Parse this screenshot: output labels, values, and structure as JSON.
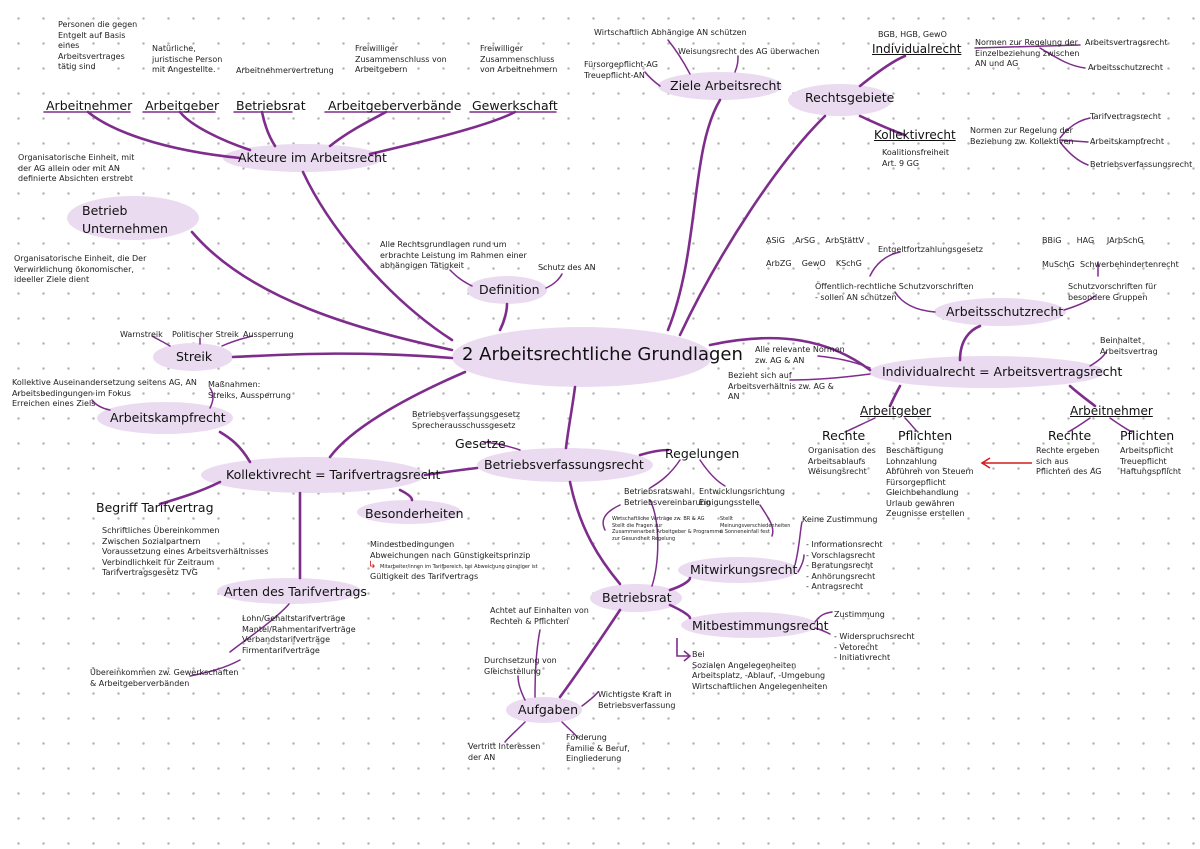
{
  "center": "2 Arbeitsrechtliche Grundlagen",
  "akteure": {
    "title": "Akteure im Arbeitsrecht",
    "arbeitnehmer": "Arbeitnehmer",
    "arbeitnehmer_note": "Personen die gegen\nEntgelt auf Basis\neines\nArbeitsvertrages\ntätig sind",
    "arbeitgeber": "Arbeitgeber",
    "arbeitgeber_note": "Natürliche,\njuristische Person\nmit Angestellte.",
    "betriebsrat": "Betriebsrat",
    "betriebsrat_note": "Arbeitnehmervertretung",
    "verbaende": "Arbeitgeberverbände",
    "verbaende_note": "Freiwilliger\nZusammenschluss von\nArbeitgebern",
    "gewerkschaft": "Gewerkschaft",
    "gewerkschaft_note": "Freiwilliger\nZusammenschluss\nvon Arbeitnehmern"
  },
  "betrieb": {
    "title": "Betrieb\nUnternehmen",
    "note_top": "Organisatorische Einheit, mit\nder AG allein oder mit AN\ndefinierte Absichten erstrebt",
    "note_bottom": "Organisatorische Einheit, die Der\nVerwirklichung ökonomischer,\nideeller Ziele dient"
  },
  "definition": {
    "title": "Definition",
    "note": "Alle Rechtsgrundlagen rund um\nerbrachte Leistung im Rahmen einer\nabhängigen Tätigkeit",
    "schutz": "Schutz des AN"
  },
  "ziele": {
    "title": "Ziele Arbeitsrecht",
    "item1": "Wirtschaftlich Abhängige AN schützen",
    "item2": "Weisungsrecht des AG überwachen",
    "item3": "Fürsorgepflicht-AG\nTreuepflicht-AN"
  },
  "rechtsgebiete": {
    "title": "Rechtsgebiete",
    "individual": "Individualrecht",
    "individual_laws": "BGB, HGB, GewO",
    "individual_note": "Normen zur Regelung der\nEinzelbeziehung zwischen\nAN und AG",
    "av": "Arbeitsvertragsrecht",
    "as": "Arbeitsschutzrecht",
    "kollektiv": "Kollektivrecht",
    "kollektiv_note": "Koalitionsfreiheit\nArt. 9 GG",
    "kollektiv_desc": "Normen zur Regelung der\nBeziehung zw. Kollektiven",
    "tv": "Tarifvertragsrecht",
    "ak": "Arbeitskampfrecht",
    "bv": "Betriebsverfassungsrecht"
  },
  "arbeitsschutz": {
    "title": "Arbeitsschutzrecht",
    "laws_a": "ASiG    ArSG    ArbStättV",
    "laws_b": "ArbZG    GewO    KSchG",
    "entgelt": "Entgeltfortzahlungsgesetz",
    "laws_c": "BBiG      HAG     JArbSchG",
    "laws_d": "MuSchG",
    "schwer": "Schwerbehindertenrecht",
    "public": "Öffentlich-rechtliche Schutzvorschriften\n- sollen AN schützen",
    "gruppen": "Schutzvorschriften für\nbesondere Gruppen"
  },
  "ivr": {
    "title": "Individualrecht = Arbeitsvertragsrecht",
    "note1": "Alle relevante Normen\nzw. AG & AN",
    "note2": "Bezieht sich auf\nArbeitsverhältnis zw. AG &\nAN",
    "inhalt": "Beinhaltet\nArbeitsvertrag",
    "ag": "Arbeitgeber",
    "an": "Arbeitnehmer",
    "rechte": "Rechte",
    "pflichten": "Pflichten",
    "ag_rechte": "Organisation des\nArbeitsablaufs\nWeisungsrecht",
    "ag_pflichten": "Beschäftigung\nLohnzahlung\nAbführen von Steuern\nFürsorgepflicht\nGleichbehandlung\nUrlaub gewähren\nZeugnisse erstellen",
    "an_rechte": "Rechte ergeben\nsich aus\nPflichten des AG",
    "an_pflichten": "Arbeitspflicht\nTreuepflicht\nHaftungspflicht"
  },
  "streik": {
    "title": "Streik",
    "w": "Warnstreik",
    "p": "Politischer Streik",
    "a": "Aussperrung"
  },
  "arbeitskampf": {
    "title": "Arbeitskampfrecht",
    "note": "Kollektive Auseinandersetzung seitens AG, AN\nArbeitsbedingungen im Fokus\nErreichen eines Ziels",
    "mass": "Maßnahmen:\nStreiks, Aussperrung"
  },
  "kollektiv": {
    "title": "Kollektivrecht = Tarifvertragsrecht",
    "begriff": "Begriff Tarifvertrag",
    "begriff_note": "Schriftliches Übereinkommen\nZwischen Sozialpartnern\nVoraussetzung eines Arbeitsverhältnisses\nVerbindlichkeit für Zeitraum\nTarifvertragsgesetz TVG",
    "arten": "Arten des Tarifvertrags",
    "arten_note": "Lohn/Gehaltstarifverträge\nMantel/Rahmentarifverträge\nVerbandstarifverträge\nFirmentarifverträge",
    "uebereinkommen": "Übereinkommen zw. Gewerkschaften\n& Arbeitgeberverbänden",
    "besonder": "Besonderheiten",
    "besonder_note1": "Mindestbedingungen\nAbweichungen nach Günstigkeitsprinzip",
    "besonder_tiny": "Mitarbeiter/innen im Tarifbereich, bei Abweichung günstiger ist",
    "besonder_note2": "Gültigkeit des Tarifvertrags"
  },
  "bvr": {
    "title": "Betriebsverfassungsrecht",
    "gesetze": "Gesetze",
    "gesetze_note": "Betriebsverfassungsgesetz\nSprecherausschussgesetz",
    "regelungen": "Regelungen",
    "reg_left": "Betriebsratswahl\nBetriebsvereinbarung",
    "reg_right": "Entwicklungsrichtung\nEinigungsstelle",
    "tiny_left": "Wirtschaftliche Verträge zw. BR & AG\nStellt die Fragen zur\nZusammenarbeit Arbeitgeber & Programme\nzur Gesundheit Regelung",
    "tiny_right": "Stellt\nMeinungsverschiedenheiten\nü Sonneneinfall fest"
  },
  "betriebsrat": {
    "title": "Betriebsrat",
    "mitwirkung": "Mitwirkungsrecht",
    "mw_keine": "Keine Zustimmung",
    "mw_list": "- Informationsrecht\n- Vorschlagsrecht\n- Beratungsrecht\n- Anhörungsrecht\n- Antragsrecht",
    "mitbest": "Mitbestimmungsrecht",
    "mb_zust": "Zustimmung",
    "mb_list": "- Widerspruchsrecht\n- Vetorecht\n- Initiativrecht",
    "mb_bei": "Bei\nSozialen Angelegenheiten\nArbeitsplatz, -Ablauf, -Umgebung\nWirtschaftlichen Angelegenheiten",
    "aufgaben": "Aufgaben",
    "auf1": "Achtet auf Einhalten von\nRechten & Pflichten",
    "auf2": "Durchsetzung von\nGleichstellung",
    "auf3": "Wichtigste Kraft in\nBetriebsverfassung",
    "auf4": "Vertritt Interessen\nder AN",
    "auf5": "Förderung\nFamilie & Beruf,\nEingliederung"
  },
  "colors": {
    "branch": "#7e2d8c",
    "bubble": "#eadbf1",
    "arrow": "#d21f1f"
  }
}
